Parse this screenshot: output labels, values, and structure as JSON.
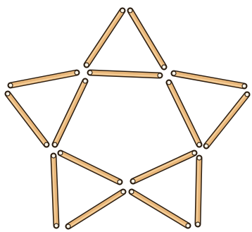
{
  "figure": {
    "description_kind": "matchstick-puzzle",
    "triangle_count": 5,
    "stick_count": 15,
    "colors": {
      "background": "#ffffff",
      "stick_fill": "#E9B77A",
      "stick_outline": "#2B1E12",
      "stick_highlight": "#F6D3A0",
      "stick_end": "#FFF6E8"
    }
  }
}
